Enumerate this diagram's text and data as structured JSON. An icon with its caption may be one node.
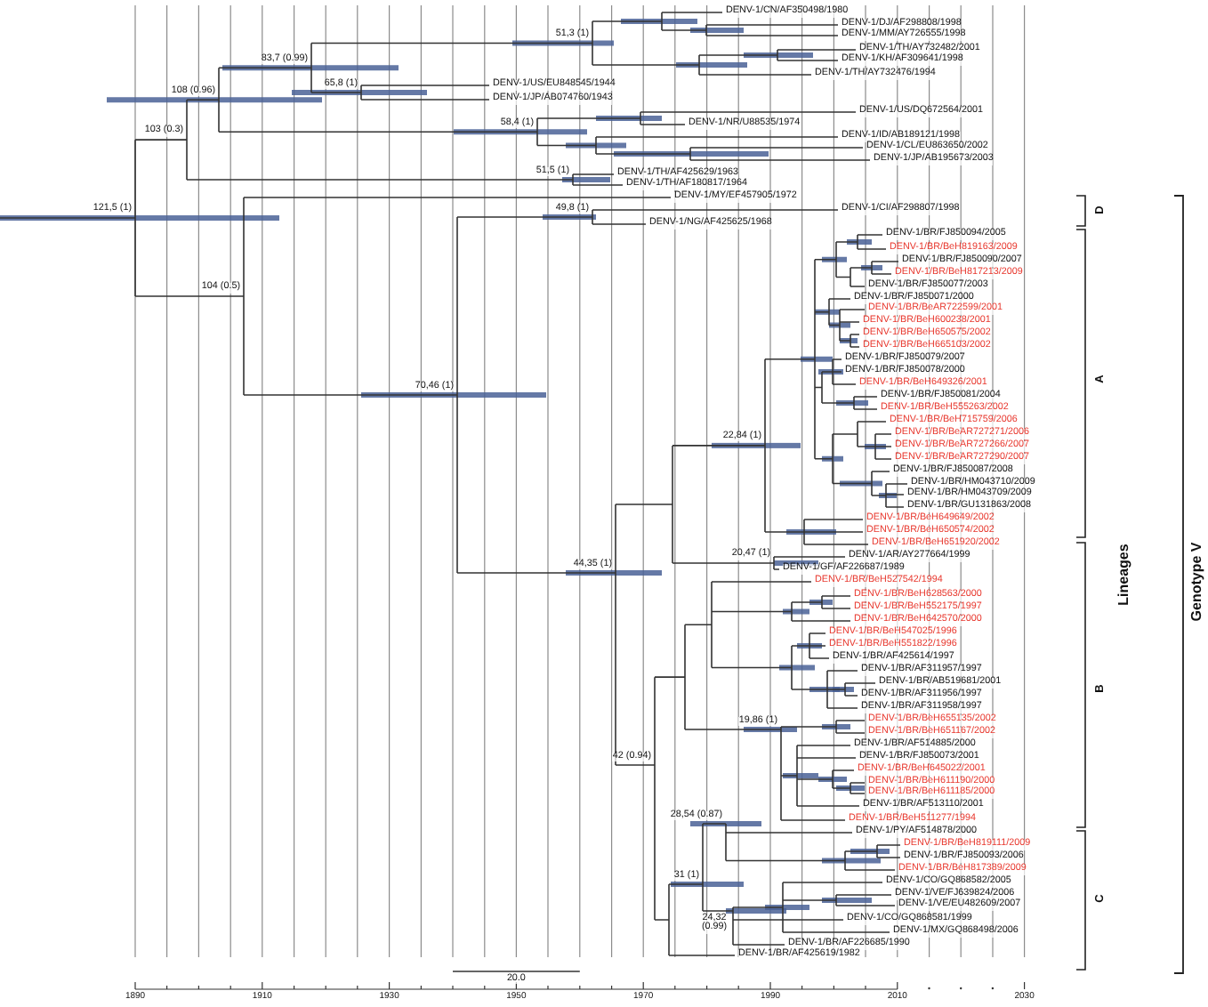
{
  "diagram": {
    "labels": [
      "DENV-1/CN/AF350498/1980",
      "DENV-1/DJ/AF298808/1998",
      "DENV-1/MM/AY726555/1998",
      "DENV-1/TH/AY732482/2001",
      "DENV-1/KH/AF309641/1998",
      "DENV-1/TH/AY732476/1994",
      "DENV-1/US/EU848545/1944",
      "DENV-1/JP/AB074760/1943",
      "DENV-1/US/DQ672564/2001",
      "DENV-1/NR/U88535/1974",
      "DENV-1/ID/AB189121/1998",
      "DENV-1/CL/EU863650/2002",
      "DENV-1/JP/AB195673/2003",
      "DENV-1/TH/AF425629/1963",
      "DENV-1/TH/AF180817/1964",
      "DENV-1/MY/EF457905/1972",
      "DENV-1/CI/AF298807/1998",
      "DENV-1/NG/AF425625/1968",
      "DENV-1/BR/FJ850094/2005",
      "DENV-1/BR/BeH819163/2009",
      "DENV-1/BR/FJ850090/2007",
      "DENV-1/BR/BeH817213/2009",
      "DENV-1/BR/FJ850077/2003",
      "DENV-1/BR/FJ850071/2000",
      "DENV-1/BR/BeAR722599/2001",
      "DENV-1/BR/BeH600238/2001",
      "DENV-1/BR/BeH650575/2002",
      "DENV-1/BR/BeH665103/2002",
      "DENV-1/BR/FJ850079/2007",
      "DENV-1/BR/FJ850078/2000",
      "DENV-1/BR/BeH649326/2001",
      "DENV-1/BR/FJ850081/2004",
      "DENV-1/BR/BeH555263/2002",
      "DENV-1/BR/BeH715759/2006",
      "DENV-1/BR/BeAR727271/2006",
      "DENV-1/BR/BeAR727266/2007",
      "DENV-1/BR/BeAR727290/2007",
      "DENV-1/BR/FJ850087/2008",
      "DENV-1/BR/HM043710/2009",
      "DENV-1/BR/HM043709/2009",
      "DENV-1/BR/GU131863/2008",
      "DENV-1/BR/BeH649649/2002",
      "DENV-1/BR/BeH650574/2002",
      "DENV-1/BR/BeH651920/2002",
      "DENV-1/AR/AY277664/1999",
      "DENV-1/GF/AF226687/1989",
      "DENV-1/BR/BeH527542/1994",
      "DENV-1/BR/BeH628563/2000",
      "DENV-1/BR/BeH552175/1997",
      "DENV-1/BR/BeH642570/2000",
      "DENV-1/BR/BeH547025/1996",
      "DENV-1/BR/BeH551822/1996",
      "DENV-1/BR/AF425614/1997",
      "DENV-1/BR/AF311957/1997",
      "DENV-1/BR/AB519681/2001",
      "DENV-1/BR/AF311956/1997",
      "DENV-1/BR/AF311958/1997",
      "DENV-1/BR/BeH655135/2002",
      "DENV-1/BR/BeH651167/2002",
      "DENV-1/BR/AF514885/2000",
      "DENV-1/BR/FJ850073/2001",
      "DENV-1/BR/BeH645022/2001",
      "DENV-1/BR/BeH611190/2000",
      "DENV-1/BR/BeH611185/2000",
      "DENV-1/BR/AF513110/2001",
      "DENV-1/BR/BeH511277/1994",
      "DENV-1/PY/AF514878/2000",
      "DENV-1/BR/BeH819111/2009",
      "DENV-1/BR/FJ850093/2006",
      "DENV-1/BR/BeH817389/2009",
      "DENV-1/CO/GQ868582/2005",
      "DENV-1/VE/FJ639824/2006",
      "DENV-1/VE/EU482609/2007",
      "DENV-1/CO/GQ868581/1999",
      "DENV-1/MX/GQ868498/2006",
      "DENV-1/BR/AF226685/1990",
      "DENV-1/BR/AF425619/1982",
      "51,3 (1)",
      "83,7 (0.99)",
      "65,8 (1)",
      "108 (0.96)",
      "58,4 (1)",
      "103 (0.3)",
      "51,5 (1)",
      "121,5 (1)",
      "49,8 (1)",
      "104 (0.5)",
      "70,46 (1)",
      "22,84 (1)",
      "20,47 (1)",
      "44,35 (1)",
      "19,86 (1)",
      "42 (0.94)",
      "28,54 (0.87)",
      "31 (1)",
      "24,32 (0.99)",
      "20.0",
      "1890",
      "1910",
      "1930",
      "1950",
      "1970",
      "1990",
      "2010",
      "2030",
      "D",
      "A",
      "B",
      "C",
      "Lineages",
      "Genotype V"
    ]
  }
}
